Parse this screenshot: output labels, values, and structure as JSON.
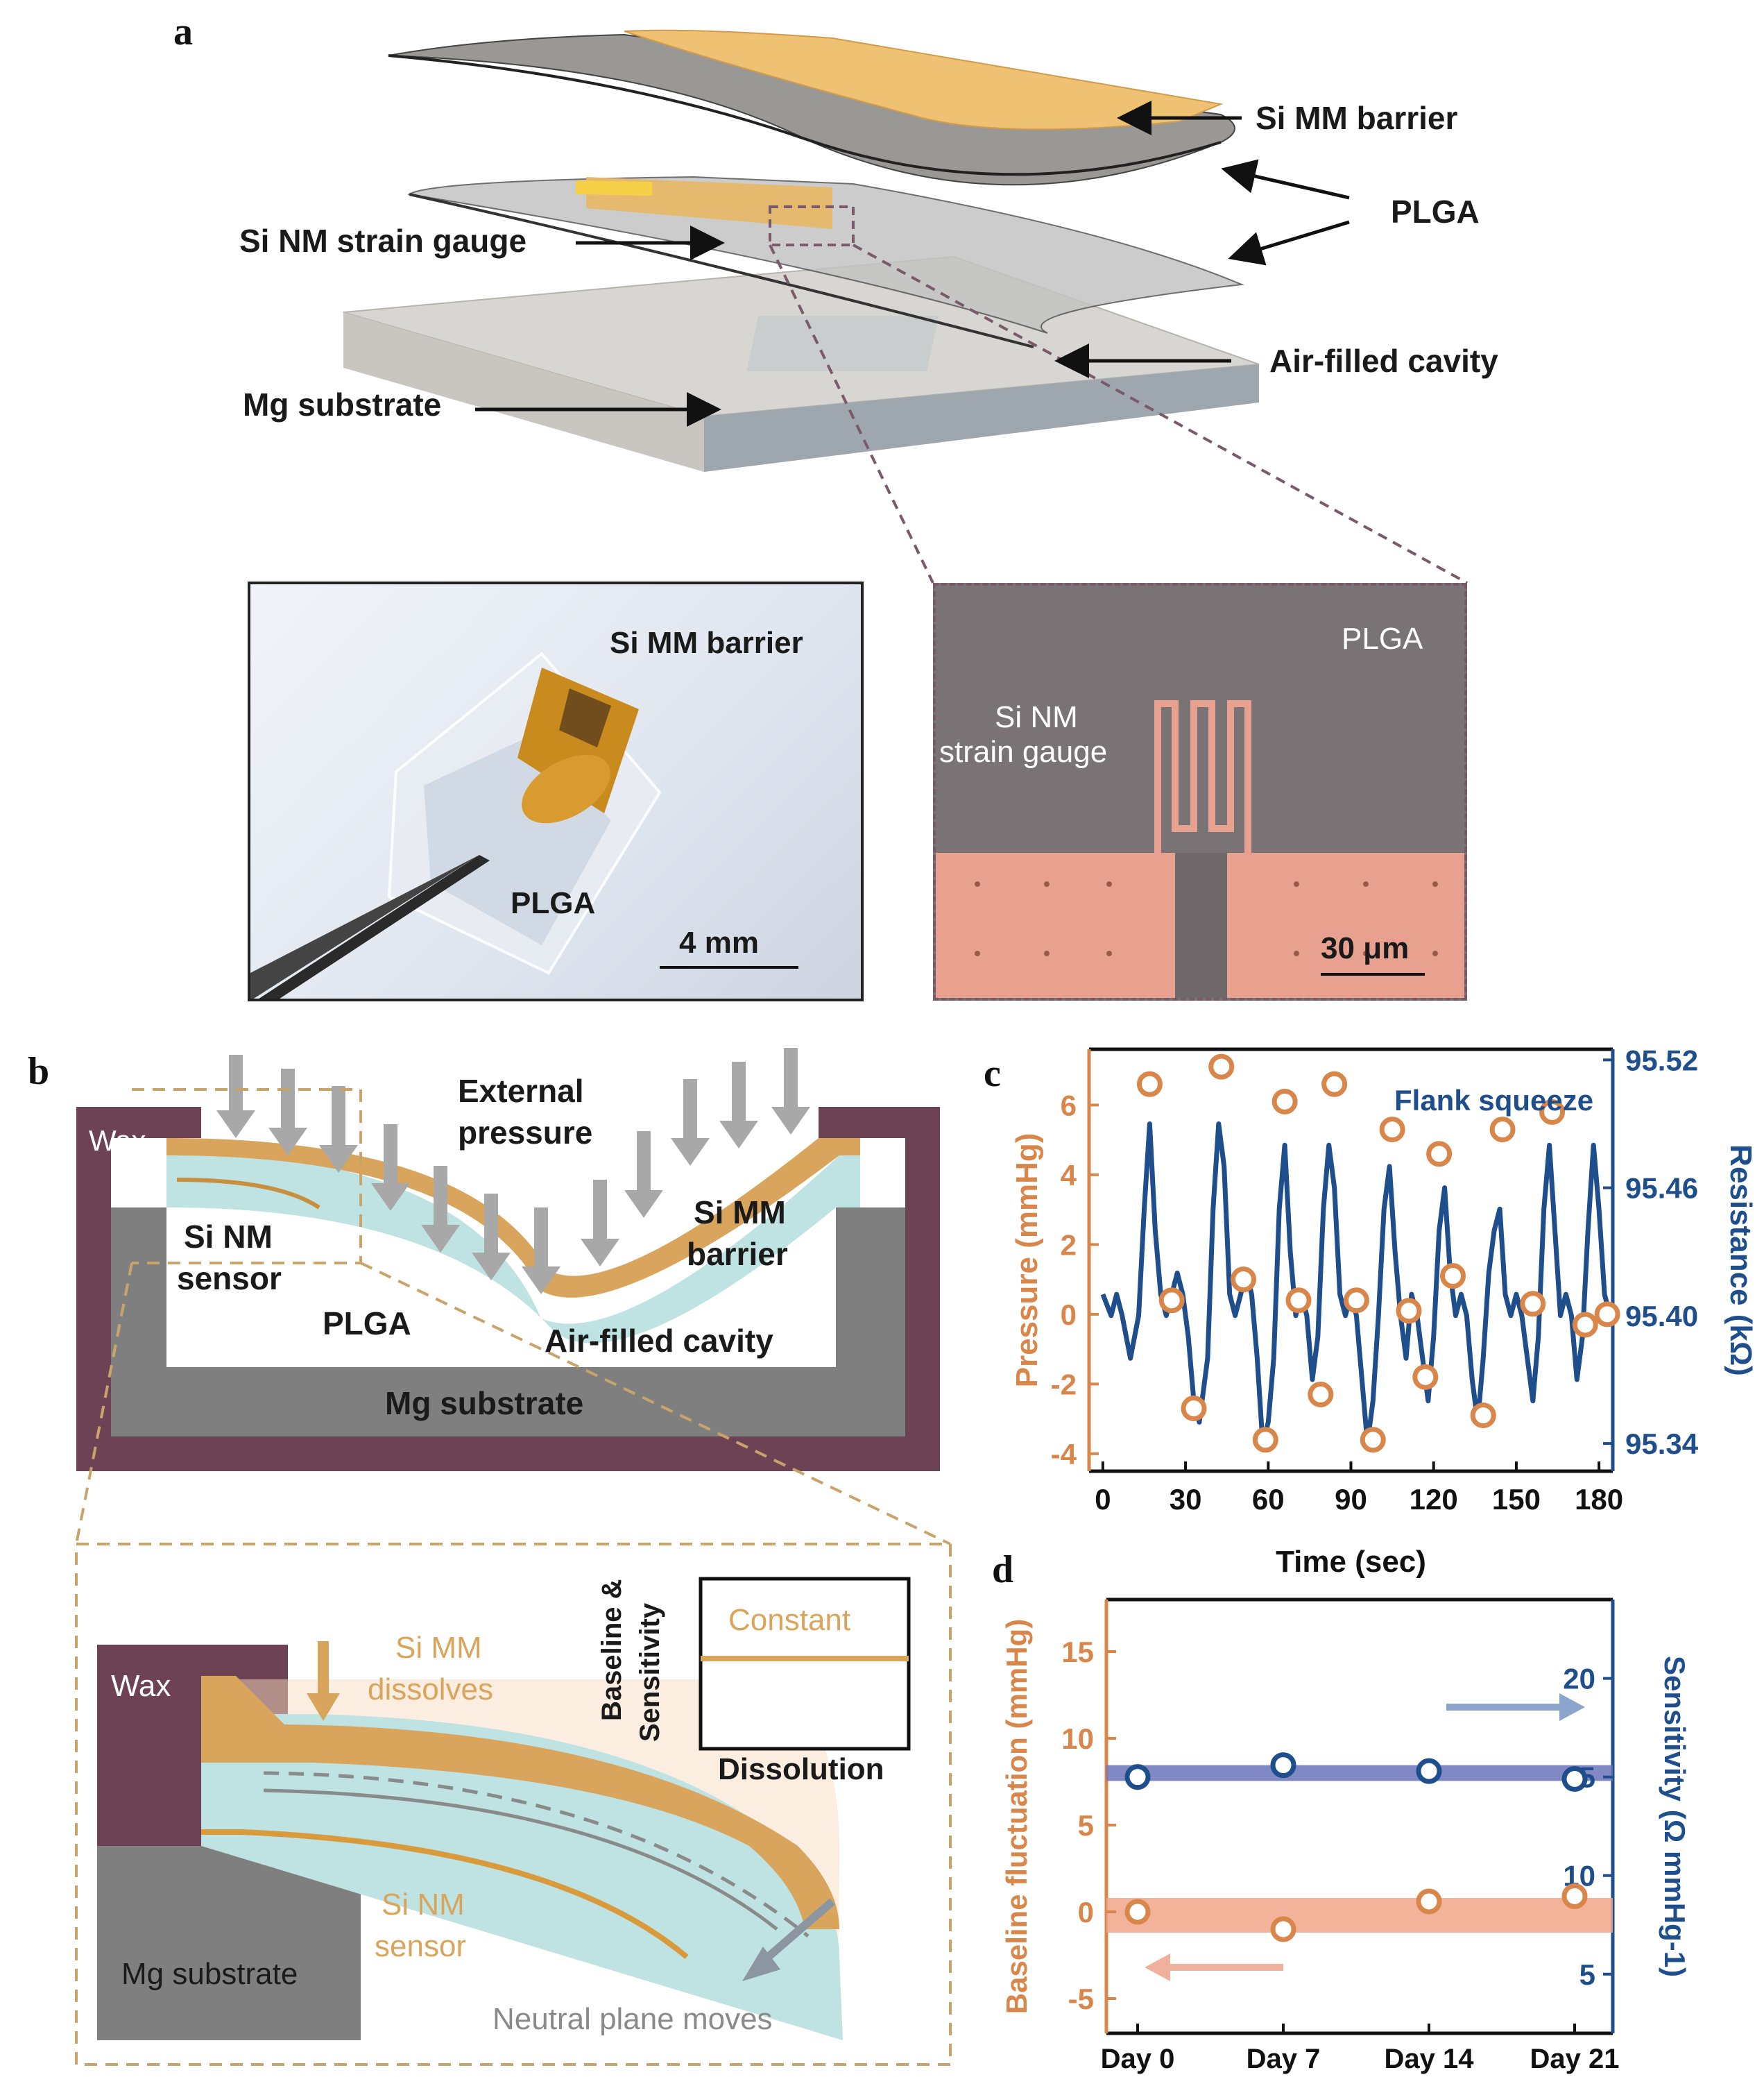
{
  "panels": {
    "a": "a",
    "b": "b",
    "c": "c",
    "d": "d"
  },
  "panel_a": {
    "labels": {
      "si_mm_barrier": "Si MM barrier",
      "plga": "PLGA",
      "si_nm_strain_gauge": "Si NM strain gauge",
      "air_filled_cavity": "Air-filled cavity",
      "mg_substrate": "Mg substrate"
    },
    "photo_left": {
      "si_mm_barrier": "Si MM barrier",
      "plga": "PLGA",
      "scale": "4 mm"
    },
    "photo_right": {
      "plga": "PLGA",
      "gauge_line1": "Si NM",
      "gauge_line2": "strain gauge",
      "scale": "30 μm"
    }
  },
  "panel_b": {
    "top": {
      "wax": "Wax",
      "external_line1": "External",
      "external_line2": "pressure",
      "si_mm_line1": "Si MM",
      "si_mm_line2": "barrier",
      "si_nm_line1": "Si NM",
      "si_nm_line2": "sensor",
      "plga": "PLGA",
      "air_cavity": "Air-filled cavity",
      "mg_substrate": "Mg substrate"
    },
    "zoom": {
      "wax": "Wax",
      "si_mm_line1": "Si MM",
      "si_mm_line2": "dissolves",
      "si_nm_line1": "Si NM",
      "si_nm_line2": "sensor",
      "mg_substrate": "Mg substrate",
      "neutral_plane": "Neutral plane moves",
      "inset_ylabel_line1": "Baseline &",
      "inset_ylabel_line2": "Sensitivity",
      "inset_constant": "Constant",
      "inset_xlabel": "Dissolution"
    }
  },
  "colors": {
    "orange": "#d9864a",
    "blue": "#1f4e8c",
    "gold": "#d4a55a",
    "teal": "#bfe3e2",
    "wax": "#6e4255",
    "mg": "#7f7f7f"
  },
  "chart_data": [
    {
      "id": "c",
      "type": "line",
      "xlabel": "Time (sec)",
      "ylabel_left": "Pressure (mmHg)",
      "ylabel_right": "Resistance (kΩ)",
      "annotation": "Flank squeeze",
      "xlim": [
        -5,
        185
      ],
      "xticks": [
        0,
        30,
        60,
        90,
        120,
        150,
        180
      ],
      "ylim_left": [
        -4.5,
        7.6
      ],
      "yticks_left": [
        -4,
        -2,
        0,
        2,
        4,
        6
      ],
      "ylim_right": [
        95.327,
        95.525
      ],
      "yticks_right": [
        "95.34",
        "95.40",
        "95.46",
        "95.52"
      ],
      "series": [
        {
          "name": "Pressure",
          "axis": "left",
          "marker": "circle-open",
          "x": [
            17,
            25,
            33,
            43,
            51,
            59,
            66,
            71,
            79,
            84,
            92,
            98,
            105,
            111,
            117,
            122,
            127,
            138,
            145,
            156,
            163,
            175,
            183
          ],
          "y": [
            6.6,
            0.4,
            -2.7,
            7.1,
            1.0,
            -3.6,
            6.1,
            0.4,
            -2.3,
            6.6,
            0.4,
            -3.6,
            5.3,
            0.1,
            -1.8,
            4.6,
            1.1,
            -2.9,
            5.3,
            0.3,
            5.8,
            -0.3,
            0.0
          ]
        },
        {
          "name": "Resistance",
          "axis": "right",
          "x": [
            0,
            3,
            5,
            7,
            10,
            13,
            15,
            17,
            19,
            21,
            23,
            25,
            27,
            29,
            31,
            33,
            35,
            38,
            40,
            42,
            44,
            46,
            48,
            50,
            52,
            54,
            56,
            58,
            60,
            62,
            64,
            66,
            68,
            70,
            72,
            74,
            76,
            78,
            80,
            82,
            84,
            86,
            88,
            90,
            92,
            94,
            96,
            98,
            100,
            102,
            104,
            106,
            108,
            110,
            112,
            114,
            116,
            118,
            120,
            122,
            124,
            126,
            128,
            130,
            132,
            134,
            136,
            138,
            140,
            142,
            144,
            146,
            148,
            150,
            152,
            154,
            156,
            158,
            160,
            162,
            164,
            166,
            168,
            170,
            172,
            174,
            176,
            178,
            180,
            182,
            184
          ],
          "y": [
            95.41,
            95.4,
            95.41,
            95.4,
            95.38,
            95.4,
            95.45,
            95.49,
            95.44,
            95.41,
            95.4,
            95.41,
            95.42,
            95.41,
            95.39,
            95.36,
            95.35,
            95.38,
            95.45,
            95.49,
            95.47,
            95.41,
            95.4,
            95.41,
            95.42,
            95.41,
            95.38,
            95.34,
            95.35,
            95.38,
            95.45,
            95.48,
            95.43,
            95.4,
            95.41,
            95.4,
            95.37,
            95.39,
            95.45,
            95.48,
            95.46,
            95.41,
            95.4,
            95.41,
            95.4,
            95.37,
            95.34,
            95.36,
            95.4,
            95.45,
            95.47,
            95.43,
            95.4,
            95.38,
            95.41,
            95.4,
            95.38,
            95.36,
            95.39,
            95.44,
            95.46,
            95.42,
            95.4,
            95.41,
            95.4,
            95.37,
            95.35,
            95.38,
            95.42,
            95.44,
            95.45,
            95.41,
            95.4,
            95.41,
            95.4,
            95.38,
            95.36,
            95.39,
            95.45,
            95.48,
            95.44,
            95.4,
            95.41,
            95.4,
            95.37,
            95.39,
            95.44,
            95.48,
            95.45,
            95.41,
            95.4
          ]
        }
      ]
    },
    {
      "id": "d",
      "type": "scatter",
      "categories": [
        "Day 0",
        "Day 7",
        "Day 14",
        "Day 21"
      ],
      "ylabel_left": "Baseline fluctuation (mmHg)",
      "ylabel_right": "Sensitivity (Ω mmHg-1)",
      "ylim_left": [
        -7,
        18
      ],
      "yticks_left": [
        -5,
        0,
        5,
        10,
        15
      ],
      "ylim_right": [
        2,
        24
      ],
      "yticks_right": [
        5,
        10,
        15,
        20
      ],
      "series": [
        {
          "name": "Baseline fluctuation",
          "axis": "left",
          "values": [
            0.0,
            -1.0,
            0.6,
            0.9
          ],
          "band": [
            -1.2,
            0.8
          ]
        },
        {
          "name": "Sensitivity",
          "axis": "right",
          "values": [
            15.0,
            15.6,
            15.3,
            14.9
          ],
          "band": [
            14.8,
            15.6
          ]
        }
      ]
    }
  ]
}
